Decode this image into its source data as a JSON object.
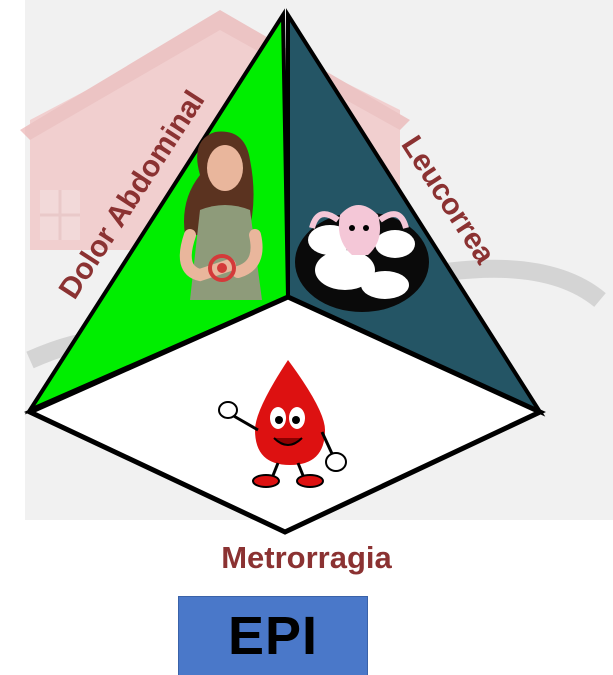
{
  "diagram": {
    "face_left_label": "Dolor Abdominal",
    "face_right_label": "Leucorrea",
    "base_label": "Metrorragia",
    "colors": {
      "left_face": "#00ee00",
      "right_face": "#245565",
      "base_face": "#ffffff",
      "label_color": "#8b3232",
      "edge_color": "#000000",
      "background_house": "#f2b5b5"
    },
    "icons": {
      "left": "woman-abdominal-pain-icon",
      "right": "uterus-discharge-icon",
      "base": "blood-drop-mascot-icon"
    }
  },
  "badge": {
    "label": "EPI",
    "color": "#4a78c9"
  }
}
